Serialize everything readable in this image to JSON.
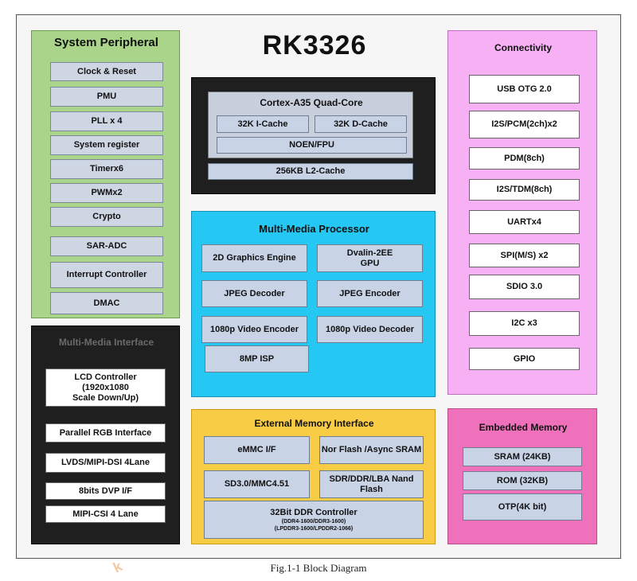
{
  "title": "RK3326",
  "caption": "Fig.1-1 Block Diagram",
  "system_peripheral": {
    "title": "System Peripheral",
    "items": [
      "Clock & Reset",
      "PMU",
      "PLL x 4",
      "System register",
      "Timerx6",
      "PWMx2",
      "Crypto",
      "SAR-ADC",
      "Interrupt Controller",
      "DMAC"
    ]
  },
  "cpu": {
    "title": "Cortex-A35 Quad-Core",
    "icache": "32K I-Cache",
    "dcache": "32K D-Cache",
    "neon": "NOEN/FPU",
    "l2": "256KB L2-Cache"
  },
  "multimedia_processor": {
    "title": "Multi-Media Processor",
    "graphics": "2D Graphics Engine",
    "gpu_line1": "Dvalin-2EE",
    "gpu_line2": "GPU",
    "jpeg_dec": "JPEG Decoder",
    "jpeg_enc": "JPEG Encoder",
    "video_enc": "1080p Video  Encoder",
    "video_dec": "1080p Video  Decoder",
    "isp": "8MP ISP"
  },
  "multimedia_interface": {
    "title": "Multi-Media Interface",
    "lcd_line1": "LCD Controller",
    "lcd_line2": "(1920x1080",
    "lcd_line3": "Scale Down/Up)",
    "items": [
      "Parallel RGB Interface",
      "LVDS/MIPI-DSI 4Lane",
      "8bits DVP I/F",
      "MIPI-CSI 4 Lane"
    ]
  },
  "external_memory": {
    "title": "External Memory Interface",
    "emmc": "eMMC I/F",
    "nor": "Nor Flash /Async SRAM",
    "sd": "SD3.0/MMC4.51",
    "nand_line1": "SDR/DDR/LBA Nand",
    "nand_line2": "Flash",
    "ddr_title": "32Bit DDR Controller",
    "ddr_line1": "(DDR4-1600/DDR3-1600)",
    "ddr_line2": "(LPDDR3-1600/LPDDR2-1066)"
  },
  "connectivity": {
    "title": "Connectivity",
    "items": [
      "USB OTG 2.0",
      "I2S/PCM(2ch)x2",
      "PDM(8ch)",
      "I2S/TDM(8ch)",
      "UARTx4",
      "SPI(M/S) x2",
      "SDIO 3.0",
      "I2C x3",
      "GPIO"
    ]
  },
  "embedded_memory": {
    "title": "Embedded Memory",
    "items": [
      "SRAM (24KB)",
      "ROM (32KB)",
      "OTP(4K bit)"
    ]
  },
  "watermark": "k",
  "colors": {
    "system_peripheral_bg": "#a9d48a",
    "connectivity_bg": "#f7b0f4",
    "embedded_memory_bg": "#ef71bb",
    "multimedia_processor_bg": "#25c7f3",
    "external_memory_bg": "#f9cc45",
    "dark_block_bg": "#1f1f1f"
  }
}
